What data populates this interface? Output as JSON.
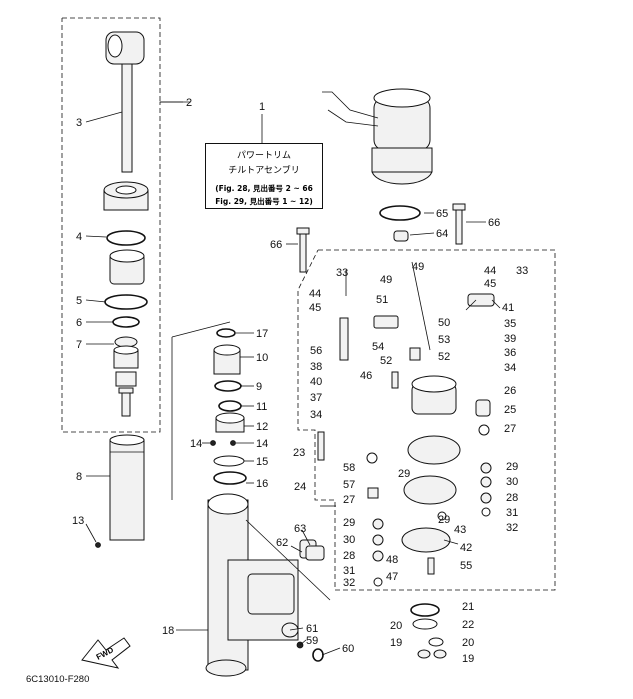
{
  "reference_box": {
    "line1": "パワートリム",
    "line2": "チルトアセンブリ",
    "line3": "(Fig. 28, 見出番号 2 ~ 66",
    "line4": "Fig. 29, 見出番号 1 ~ 12)"
  },
  "diagram_code": "6C13010-F280",
  "fwd_label": "FWD",
  "callouts": {
    "c1": "1",
    "c2": "2",
    "c3": "3",
    "c4": "4",
    "c5": "5",
    "c6": "6",
    "c7": "7",
    "c8": "8",
    "c13": "13",
    "c17": "17",
    "c10": "10",
    "c9": "9",
    "c11": "11",
    "c12": "12",
    "c14a": "14",
    "c14b": "14",
    "c15": "15",
    "c16": "16",
    "c18": "18",
    "c62": "62",
    "c63": "63",
    "c61": "61",
    "c59": "59",
    "c60": "60",
    "c65": "65",
    "c64": "64",
    "c66a": "66",
    "c66b": "66",
    "c33a": "33",
    "c44a": "44",
    "c45a": "45",
    "c49a": "49",
    "c49b": "49",
    "c44b": "44",
    "c33b": "33",
    "c45b": "45",
    "c41": "41",
    "c51": "51",
    "c50": "50",
    "c53": "53",
    "c52a": "52",
    "c52b": "52",
    "c56": "56",
    "c54": "54",
    "c38": "38",
    "c40": "40",
    "c46": "46",
    "c37": "37",
    "c34a": "34",
    "c35": "35",
    "c39": "39",
    "c36": "36",
    "c34b": "34",
    "c26": "26",
    "c25": "25",
    "c27a": "27",
    "c23": "23",
    "c58": "58",
    "c57": "57",
    "c27b": "27",
    "c24": "24",
    "c29a": "29",
    "c29b": "29",
    "c29c": "29",
    "c29d": "29",
    "c30a": "30",
    "c28a": "28",
    "c31a": "31",
    "c32a": "32",
    "c30b": "30",
    "c28b": "28",
    "c31b": "31",
    "c32b": "32",
    "c43": "43",
    "c42": "42",
    "c48": "48",
    "c47": "47",
    "c55": "55",
    "c21": "21",
    "c22": "22",
    "c20a": "20",
    "c20b": "20",
    "c19a": "19",
    "c19b": "19"
  }
}
